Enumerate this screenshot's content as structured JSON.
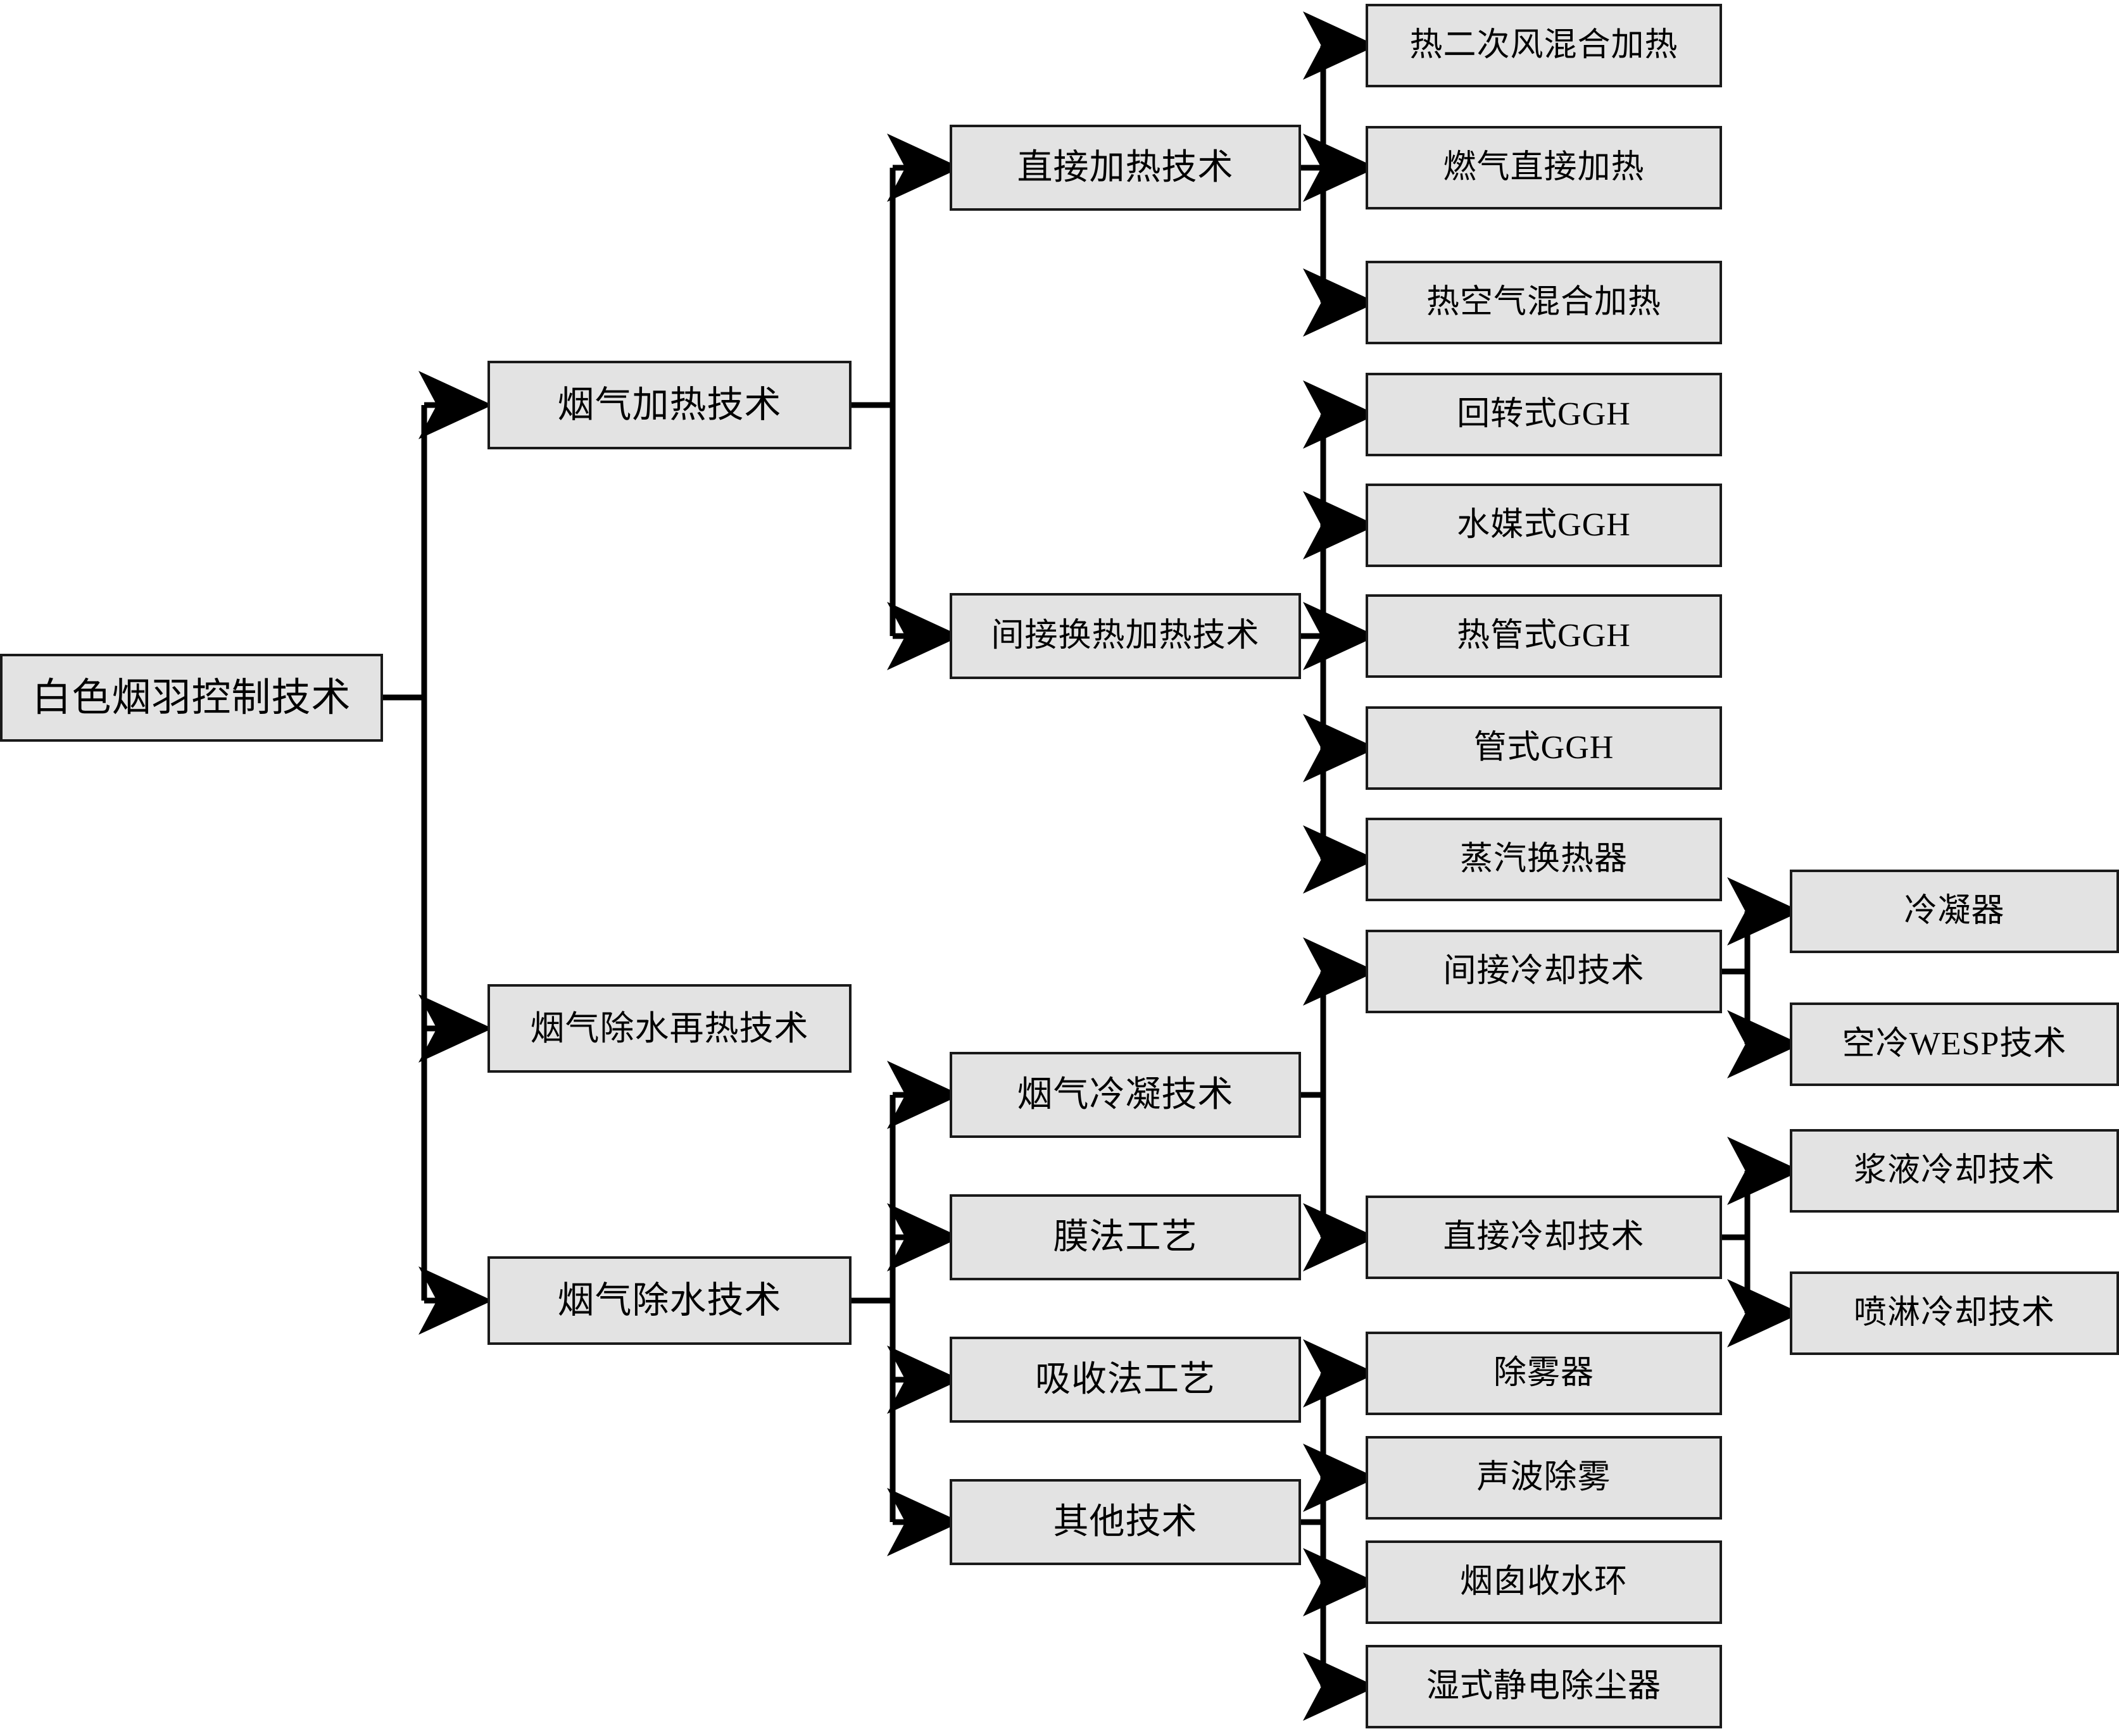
{
  "diagram": {
    "title": "白色烟羽控制技术",
    "type": "tree",
    "orientation": "left-to-right",
    "colors": {
      "node_fill": "#e3e3e3",
      "node_border": "#1a1a1a",
      "connector": "#000000",
      "background": "#ffffff"
    },
    "nodes": {
      "root": "白色烟羽控制技术",
      "l1_heating": "烟气加热技术",
      "l1_dewater_reheat": "烟气除水再热技术",
      "l1_dewater": "烟气除水技术",
      "l2_direct_heating": "直接加热技术",
      "l2_indirect_heating": "间接换热加热技术",
      "l2_condense": "烟气冷凝技术",
      "l2_membrane": "膜法工艺",
      "l2_absorption": "吸收法工艺",
      "l2_other": "其他技术",
      "l3_hot_secondary_air": "热二次风混合加热",
      "l3_gas_direct": "燃气直接加热",
      "l3_hot_air_mix": "热空气混合加热",
      "l3_rotary_ggh": "回转式GGH",
      "l3_water_ggh": "水媒式GGH",
      "l3_heatpipe_ggh": "热管式GGH",
      "l3_tube_ggh": "管式GGH",
      "l3_steam_hx": "蒸汽换热器",
      "l3_indirect_cooling": "间接冷却技术",
      "l3_direct_cooling": "直接冷却技术",
      "l3_demister": "除雾器",
      "l3_acoustic": "声波除雾",
      "l3_stack_ring": "烟囱收水环",
      "l3_wesp": "湿式静电除尘器",
      "l4_condenser": "冷凝器",
      "l4_air_wesp": "空冷WESP技术",
      "l4_slurry_cooling": "浆液冷却技术",
      "l4_spray_cooling": "喷淋冷却技术"
    }
  }
}
